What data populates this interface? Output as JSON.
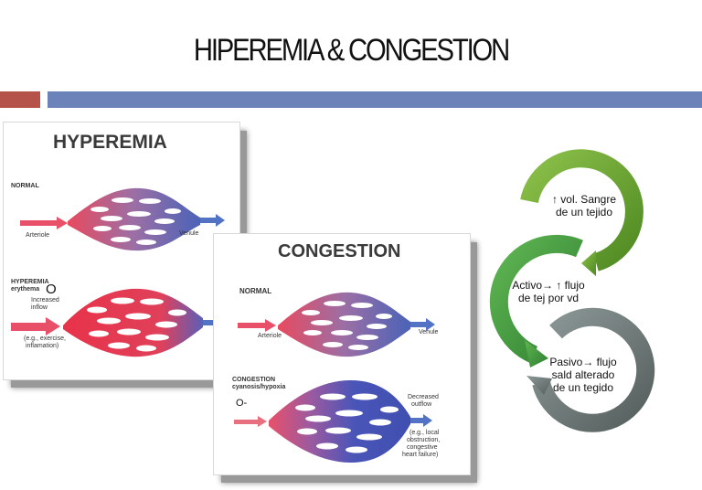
{
  "slide": {
    "title": "HIPEREMIA & CONGESTION",
    "colors": {
      "bar_left": "#b5534a",
      "bar_right": "#6b83b8"
    }
  },
  "hyperemia_panel": {
    "title": "HYPEREMIA",
    "normal_label": "NORMAL",
    "arteriole_label": "Arteriole",
    "venule_label": "Venule",
    "hyperemia_label": "HYPEREMIA",
    "erythema_label": "erythema",
    "increased_label": "Increased",
    "inflow_label": "inflow",
    "eg_label": "(e.g., exercise,",
    "inflammation_label": "inflamation)",
    "marker": "O"
  },
  "congestion_panel": {
    "title": "CONGESTION",
    "normal_label": "NORMAL",
    "arteriole_label": "Arteriole",
    "venule_label": "Venule",
    "congestion_label": "CONGESTION",
    "cyanosis_label": "cyanosis/hypoxia",
    "decreased_label": "Decreased",
    "outflow_label": "outflow",
    "eg_lines": [
      "(e.g., local",
      "obstruction,",
      "congestive",
      "heart failure)"
    ],
    "marker": "O-"
  },
  "cycle": {
    "colors": {
      "top": "#6aa52f",
      "middle": "#3f9a3c",
      "bottom": "#6f7b7a"
    },
    "top_lines": [
      "↑ vol. Sangre",
      "de un tejido"
    ],
    "middle_lines": [
      "Activo→ ↑ flujo",
      "de tej por vd"
    ],
    "bottom_lines": [
      "Pasivo→ flujo",
      "sald alterado",
      "de un tegido"
    ]
  }
}
